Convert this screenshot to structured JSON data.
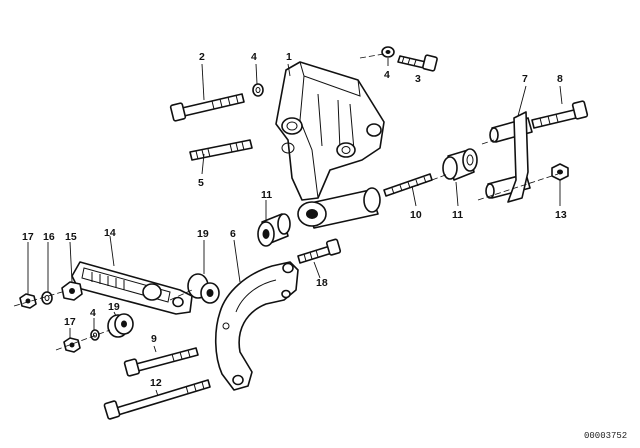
{
  "callouts": {
    "c1": "1",
    "c2": "2",
    "c3": "3",
    "c4a": "4",
    "c4b": "4",
    "c4c": "4",
    "c5": "5",
    "c6": "6",
    "c7": "7",
    "c8": "8",
    "c9": "9",
    "c10": "10",
    "c11a": "11",
    "c11b": "11",
    "c12": "12",
    "c13": "13",
    "c14": "14",
    "c15": "15",
    "c16": "16",
    "c17a": "17",
    "c17b": "17",
    "c18": "18",
    "c19a": "19",
    "c19b": "19"
  },
  "document_number": "00003752"
}
